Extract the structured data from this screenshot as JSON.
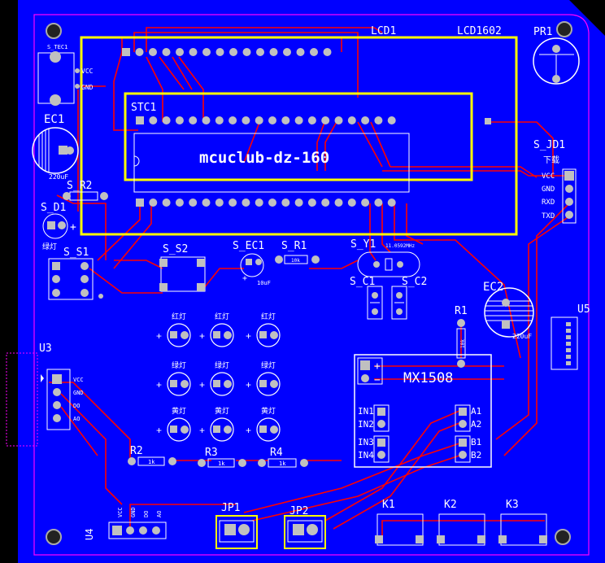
{
  "colors": {
    "board": "#0000ff",
    "outline": "#ff00ff",
    "trace": "#ff0000",
    "overlay": "#ffff00",
    "silk": "#ffffff",
    "pad": "#c0c0c0",
    "via": "#808080",
    "pad_hole": "#1a1a3a"
  },
  "labels": {
    "lcd1": "LCD1",
    "lcd1602": "LCD1602",
    "pr1": "PR1",
    "s_tec1": "S_TEC1",
    "vcc": "VCC",
    "gnd": "GND",
    "ec1": "EC1",
    "ec1_value": "220uF",
    "stc1": "STC1",
    "mcuclub": "mcuclub-dz-160",
    "s_jd1": "S_JD1",
    "download": "下载",
    "jd_pins": [
      "VCC",
      "GND",
      "RXD",
      "TXD"
    ],
    "s_r2": "S_R2",
    "s_d1": "S_D1",
    "green_lamp": "绿灯",
    "s_s1": "S_S1",
    "s_s2": "S_S2",
    "s_ec1": "S_EC1",
    "s_ec1_value": "10uF",
    "s_r1": "S_R1",
    "s_r1_value": "10k",
    "s_y1": "S_Y1",
    "s_y1_value": "11.0592MHz",
    "s_c1": "S_C1",
    "s_c2": "S_C2",
    "ec2": "EC2",
    "ec2_value": "220uF",
    "r1": "R1",
    "r1_value": "10k",
    "u5": "U5",
    "u3": "U3",
    "u3_pins": [
      "VCC",
      "GND",
      "DO",
      "AO"
    ],
    "led_rows": [
      "红灯",
      "绿灯",
      "黄灯"
    ],
    "mx1508": "MX1508",
    "mx_in": [
      "IN1",
      "IN2",
      "IN3",
      "IN4"
    ],
    "mx_out": [
      "A1",
      "A2",
      "B1",
      "B2"
    ],
    "r2": "R2",
    "r3": "R3",
    "r4": "R4",
    "res_1k": "1k",
    "u4": "U4",
    "u4_pins": [
      "VCC",
      "GND",
      "DO",
      "AO"
    ],
    "jp1": "JP1",
    "jp2": "JP2",
    "k1": "K1",
    "k2": "K2",
    "k3": "K3",
    "plus": "+",
    "minus": "−"
  }
}
